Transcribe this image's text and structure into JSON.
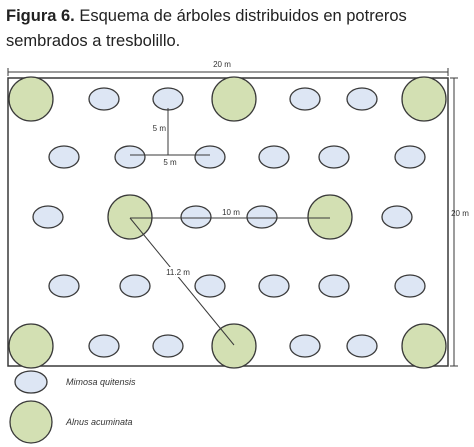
{
  "caption": {
    "label": "Figura 6.",
    "text": " Esquema de árboles distribuidos en potreros sembrados a tresbolillo."
  },
  "dimensions": {
    "top_width": "20 m",
    "right_height": "20 m",
    "spacing_vertical": "5 m",
    "spacing_horizontal": "5 m",
    "large_spacing": "10 m",
    "diagonal": "11.2 m"
  },
  "legend": [
    {
      "species": "Mimosa quitensis",
      "shape": "small-ellipse"
    },
    {
      "species": "Alnus acuminata",
      "shape": "large-circle"
    }
  ],
  "colors": {
    "mimosa_fill": "#dde6f4",
    "alnus_fill": "#d3e0b3",
    "outline": "#3a3a3a"
  }
}
